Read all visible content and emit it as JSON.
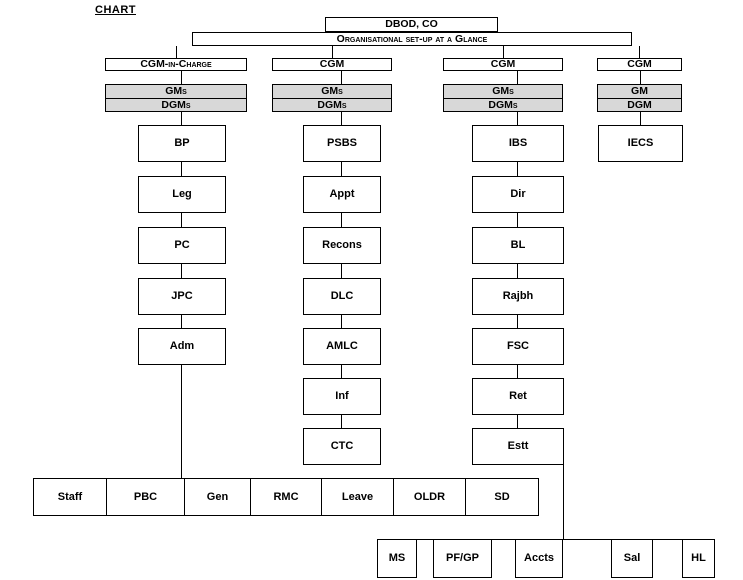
{
  "title": "CHART",
  "root_label": "DBOD, CO",
  "banner_label": "Organisational set-up at a Glance",
  "columns": [
    {
      "head": "CGM-in-Charge",
      "tier": [
        "GMs",
        "DGMs"
      ],
      "boxes": [
        "BP",
        "Leg",
        "PC",
        "JPC",
        "Adm"
      ]
    },
    {
      "head": "CGM",
      "tier": [
        "GMs",
        "DGMs"
      ],
      "boxes": [
        "PSBS",
        "Appt",
        "Recons",
        "DLC",
        "AMLC",
        "Inf",
        "CTC"
      ]
    },
    {
      "head": "CGM",
      "tier": [
        "GMs",
        "DGMs"
      ],
      "boxes": [
        "IBS",
        "Dir",
        "BL",
        "Rajbh",
        "FSC",
        "Ret",
        "Estt"
      ]
    },
    {
      "head": "CGM",
      "tier": [
        "GM",
        "DGM"
      ],
      "boxes": [
        "IECS"
      ]
    }
  ],
  "bottom_rows": [
    {
      "connects_to": "Adm",
      "items": [
        "Staff",
        "PBC",
        "Gen",
        "RMC",
        "Leave",
        "OLDR",
        "SD"
      ]
    },
    {
      "connects_to": "Estt",
      "items": [
        "MS",
        "PF/GP",
        "Accts",
        "Sal",
        "HL"
      ]
    }
  ],
  "colors": {
    "tier_fill": "#d8d8d8",
    "line": "#000000",
    "background": "#ffffff"
  }
}
